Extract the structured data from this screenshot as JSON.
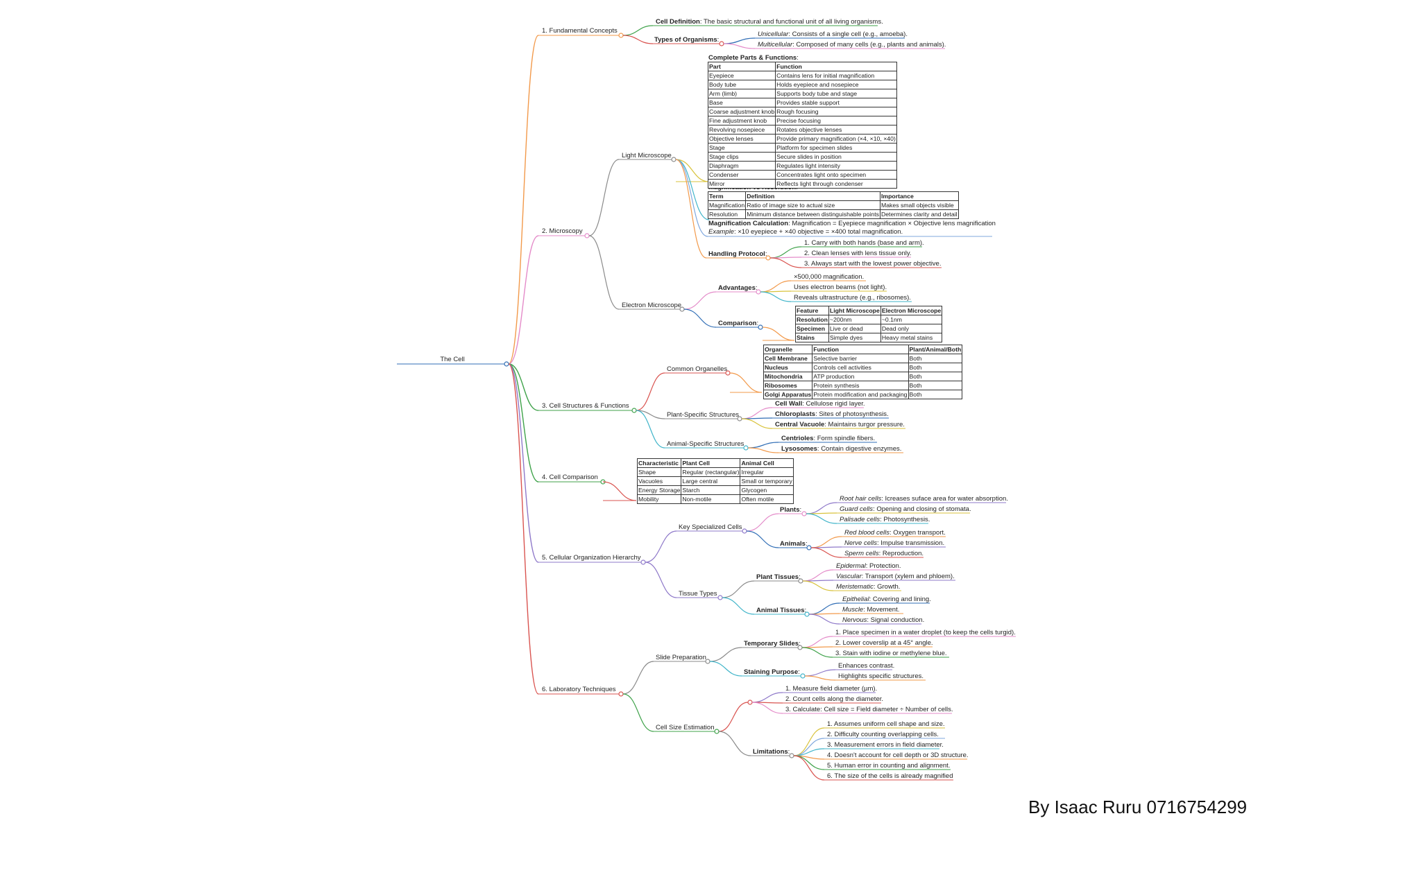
{
  "colors": {
    "orange": "#f2994a",
    "pink": "#e48bc9",
    "gray": "#8a8a8a",
    "green": "#3fa24a",
    "purple": "#8e78c9",
    "red": "#d9534f",
    "blue": "#2f6db5",
    "teal": "#3fb4c9",
    "yellow": "#d8c23a",
    "lightblue": "#7fa7dd"
  },
  "root": {
    "label": "The Cell"
  },
  "branches": {
    "b1": "1. Fundamental Concepts",
    "b2": "2. Microscopy",
    "b3": "3. Cell Structures & Functions",
    "b4": "4. Cell Comparison",
    "b5": "5. Cellular Organization Hierarchy",
    "b6": "6. Laboratory Techniques"
  },
  "fundamentals": {
    "cell_def_label": "Cell Definition",
    "cell_def_text": ": The basic structural and functional unit of all living organisms.",
    "types_label": "Types of Organisms",
    "types_colon": ":",
    "uni_label": "Unicellular",
    "uni_text": ": Consists of a single cell (e.g., amoeba).",
    "multi_label": "Multicellular",
    "multi_text": ": Composed of many cells (e.g., plants and animals)."
  },
  "microscopy": {
    "light": "Light Microscope",
    "electron": "Electron Microscope",
    "parts_title": "Complete Parts & Functions",
    "parts_colon": ":",
    "parts_table": {
      "headers": [
        "Part",
        "Function"
      ],
      "rows": [
        [
          "Eyepiece",
          "Contains lens for initial magnification"
        ],
        [
          "Body tube",
          "Holds eyepiece and nosepiece"
        ],
        [
          "Arm (limb)",
          "Supports body tube and stage"
        ],
        [
          "Base",
          "Provides stable support"
        ],
        [
          "Coarse adjustment knob",
          "Rough focusing"
        ],
        [
          "Fine adjustment knob",
          "Precise focusing"
        ],
        [
          "Revolving nosepiece",
          "Rotates objective lenses"
        ],
        [
          "Objective lenses",
          "Provide primary magnification (×4, ×10, ×40)"
        ],
        [
          "Stage",
          "Platform for specimen slides"
        ],
        [
          "Stage clips",
          "Secure slides in position"
        ],
        [
          "Diaphragm",
          "Regulates light intensity"
        ],
        [
          "Condenser",
          "Concentrates light onto specimen"
        ],
        [
          "Mirror",
          "Reflects light through condenser"
        ]
      ]
    },
    "magres_title": "Magnification vs Resolution",
    "magres_colon": ":",
    "magres_table": {
      "headers": [
        "Term",
        "Definition",
        "Importance"
      ],
      "rows": [
        [
          "Magnification",
          "Ratio of image size to actual size",
          "Makes small objects visible"
        ],
        [
          "Resolution",
          "Minimum distance between distinguishable points",
          "Determines clarity and detail"
        ]
      ]
    },
    "calc_label": "Magnification Calculation",
    "calc_text": ": Magnification = Eyepiece magnification × Objective lens magnification",
    "example_label": "Example",
    "example_text": ": ×10 eyepiece + ×40 objective = ×400 total magnification.",
    "handling_label": "Handling Protocol",
    "handling_colon": ":",
    "handling": [
      "1. Carry with both hands (base and arm).",
      "2. Clean lenses with lens tissue only.",
      "3. Always start with the lowest power objective."
    ],
    "adv_label": "Advantages",
    "adv_colon": ":",
    "advantages": [
      "×500,000 magnification.",
      "Uses electron beams (not light).",
      "Reveals ultrastructure (e.g., ribosomes)."
    ],
    "comp_label": "Comparison",
    "comp_colon": ":",
    "comp_table": {
      "headers": [
        "Feature",
        "Light Microscope",
        "Electron Microscope"
      ],
      "rows": [
        [
          "Resolution",
          "~200nm",
          "~0.1nm"
        ],
        [
          "Specimen",
          "Live or dead",
          "Dead only"
        ],
        [
          "Stains",
          "Simple dyes",
          "Heavy metal stains"
        ]
      ]
    }
  },
  "structures": {
    "common": "Common Organelles",
    "plant": "Plant-Specific Structures",
    "animal": "Animal-Specific Structures",
    "organelle_table": {
      "headers": [
        "Organelle",
        "Function",
        "Plant/Animal/Both"
      ],
      "rows": [
        [
          "Cell Membrane",
          "Selective barrier",
          "Both"
        ],
        [
          "Nucleus",
          "Controls cell activities",
          "Both"
        ],
        [
          "Mitochondria",
          "ATP production",
          "Both"
        ],
        [
          "Ribosomes",
          "Protein synthesis",
          "Both"
        ],
        [
          "Golgi Apparatus",
          "Protein modification and packaging",
          "Both"
        ]
      ]
    },
    "plant_items": [
      {
        "label": "Cell Wall",
        "text": ": Cellulose rigid layer."
      },
      {
        "label": "Chloroplasts",
        "text": ": Sites of photosynthesis."
      },
      {
        "label": "Central Vacuole",
        "text": ": Maintains turgor pressure."
      }
    ],
    "animal_items": [
      {
        "label": "Centrioles",
        "text": ": Form spindle fibers."
      },
      {
        "label": "Lysosomes",
        "text": ": Contain digestive enzymes."
      }
    ]
  },
  "comparison": {
    "table": {
      "headers": [
        "Characteristic",
        "Plant Cell",
        "Animal Cell"
      ],
      "rows": [
        [
          "Shape",
          "Regular (rectangular)",
          "Irregular"
        ],
        [
          "Vacuoles",
          "Large central",
          "Small or temporary"
        ],
        [
          "Energy Storage",
          "Starch",
          "Glycogen"
        ],
        [
          "Mobility",
          "Non-motile",
          "Often motile"
        ]
      ]
    }
  },
  "organization": {
    "key_cells": "Key Specialized Cells",
    "tissue_types": "Tissue Types",
    "plants_label": "Plants",
    "plants_colon": ":",
    "plants": [
      {
        "label": "Root hair cells",
        "text": ": Icreases suface area for water absorption."
      },
      {
        "label": "Guard cells",
        "text": ": Opening and closing of stomata."
      },
      {
        "label": "Palisade cells",
        "text": ": Photosynthesis."
      }
    ],
    "animals_label": "Animals",
    "animals_colon": ":",
    "animals": [
      {
        "label": "Red blood cells",
        "text": ": Oxygen transport."
      },
      {
        "label": "Nerve cells",
        "text": ": Impulse transmission."
      },
      {
        "label": "Sperm cells",
        "text": ": Reproduction."
      }
    ],
    "plant_tissues_label": "Plant Tissues",
    "plant_tissues_colon": ":",
    "plant_tissues": [
      {
        "label": "Epidermal",
        "text": ": Protection."
      },
      {
        "label": "Vascular",
        "text": ": Transport (xylem and phloem)."
      },
      {
        "label": "Meristematic",
        "text": ": Growth."
      }
    ],
    "animal_tissues_label": "Animal Tissues",
    "animal_tissues_colon": ":",
    "animal_tissues": [
      {
        "label": "Epithelial",
        "text": ": Covering and lining."
      },
      {
        "label": "Muscle",
        "text": ": Movement."
      },
      {
        "label": "Nervous",
        "text": ": Signal conduction."
      }
    ]
  },
  "lab": {
    "slide_prep": "Slide Preparation",
    "size_est": "Cell Size Estimation",
    "temp_label": "Temporary Slides",
    "temp_colon": ":",
    "temp_steps": [
      "1. Place specimen in a water droplet (to keep the cells turgid).",
      "2. Lower coverslip at a 45° angle.",
      "3. Stain with iodine or methylene blue."
    ],
    "stain_label": "Staining Purpose",
    "stain_colon": ":",
    "stain_items": [
      "Enhances contrast.",
      "Highlights specific structures."
    ],
    "steps": [
      "1. Measure field diameter (µm).",
      "2. Count cells along the diameter.",
      "3. Calculate: Cell size = Field diameter ÷ Number of cells."
    ],
    "limits_label": "Limitations",
    "limits_colon": ":",
    "limits": [
      "1. Assumes uniform cell shape and size.",
      "2. Difficulty counting overlapping cells.",
      "3. Measurement errors in field diameter.",
      "4. Doesn't account for cell depth or 3D structure.",
      "5. Human error in counting and alignment.",
      "6. The size of the cells is already magnified"
    ]
  },
  "credit": "By Isaac Ruru 0716754299"
}
